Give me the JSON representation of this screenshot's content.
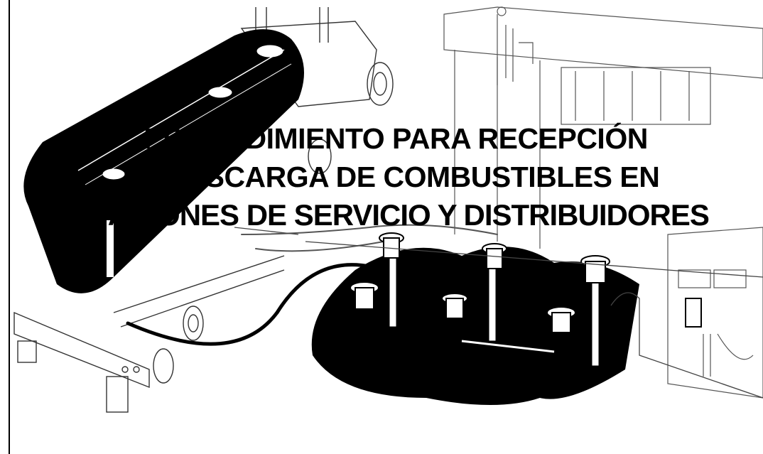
{
  "cover": {
    "title_line_1": "PROCEDIMIENTO PARA RECEPCIÓN",
    "title_line_2": "Y DESCARGA DE COMBUSTIBLES EN",
    "title_line_3": "ESTACIONES DE SERVICIO Y DISTRIBUIDORES"
  },
  "illustration": {
    "subject": "fuel-tanker-unloading-illustration",
    "ink_color": "#000000",
    "paper_color": "#ffffff"
  }
}
